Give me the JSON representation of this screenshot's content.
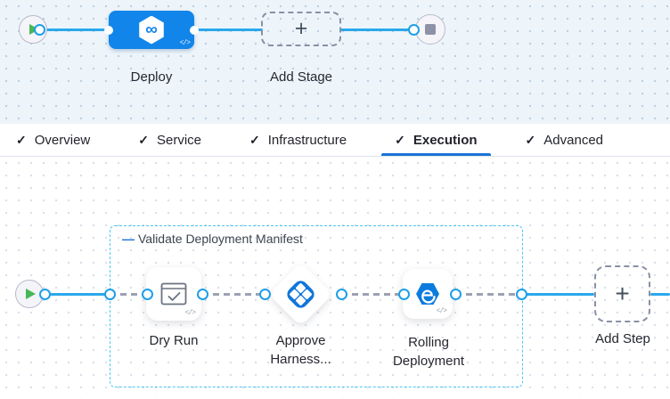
{
  "colors": {
    "accent_blue": "#1A72D7",
    "stage_node_blue": "#1185E9",
    "edge_blue": "#2BA8EC",
    "group_border_cyan": "#4AC6F2",
    "dashed_edge_gray": "#9CA1B2",
    "play_green": "#47B757",
    "canvas_top_bg": "#EDF5FB",
    "icon_blue": "#1076DB"
  },
  "icons": {
    "check": "✓",
    "plus": "+",
    "infinity": "∞",
    "code": "</>",
    "group_dash": "—"
  },
  "stage_pipeline": {
    "deploy_stage": {
      "label": "Deploy"
    },
    "add_stage": {
      "label": "Add Stage"
    }
  },
  "tabs": [
    {
      "label": "Overview",
      "checked": true,
      "active": false
    },
    {
      "label": "Service",
      "checked": true,
      "active": false
    },
    {
      "label": "Infrastructure",
      "checked": true,
      "active": false
    },
    {
      "label": "Execution",
      "checked": true,
      "active": true
    },
    {
      "label": "Advanced",
      "checked": true,
      "active": false
    }
  ],
  "execution_graph": {
    "group": {
      "label": "Validate Deployment Manifest"
    },
    "steps": [
      {
        "label": "Dry Run",
        "shape": "card"
      },
      {
        "label": "Approve Harness...",
        "shape": "diamond"
      },
      {
        "label": "Rolling Deployment",
        "shape": "card"
      }
    ],
    "add_step": {
      "label": "Add Step"
    }
  }
}
